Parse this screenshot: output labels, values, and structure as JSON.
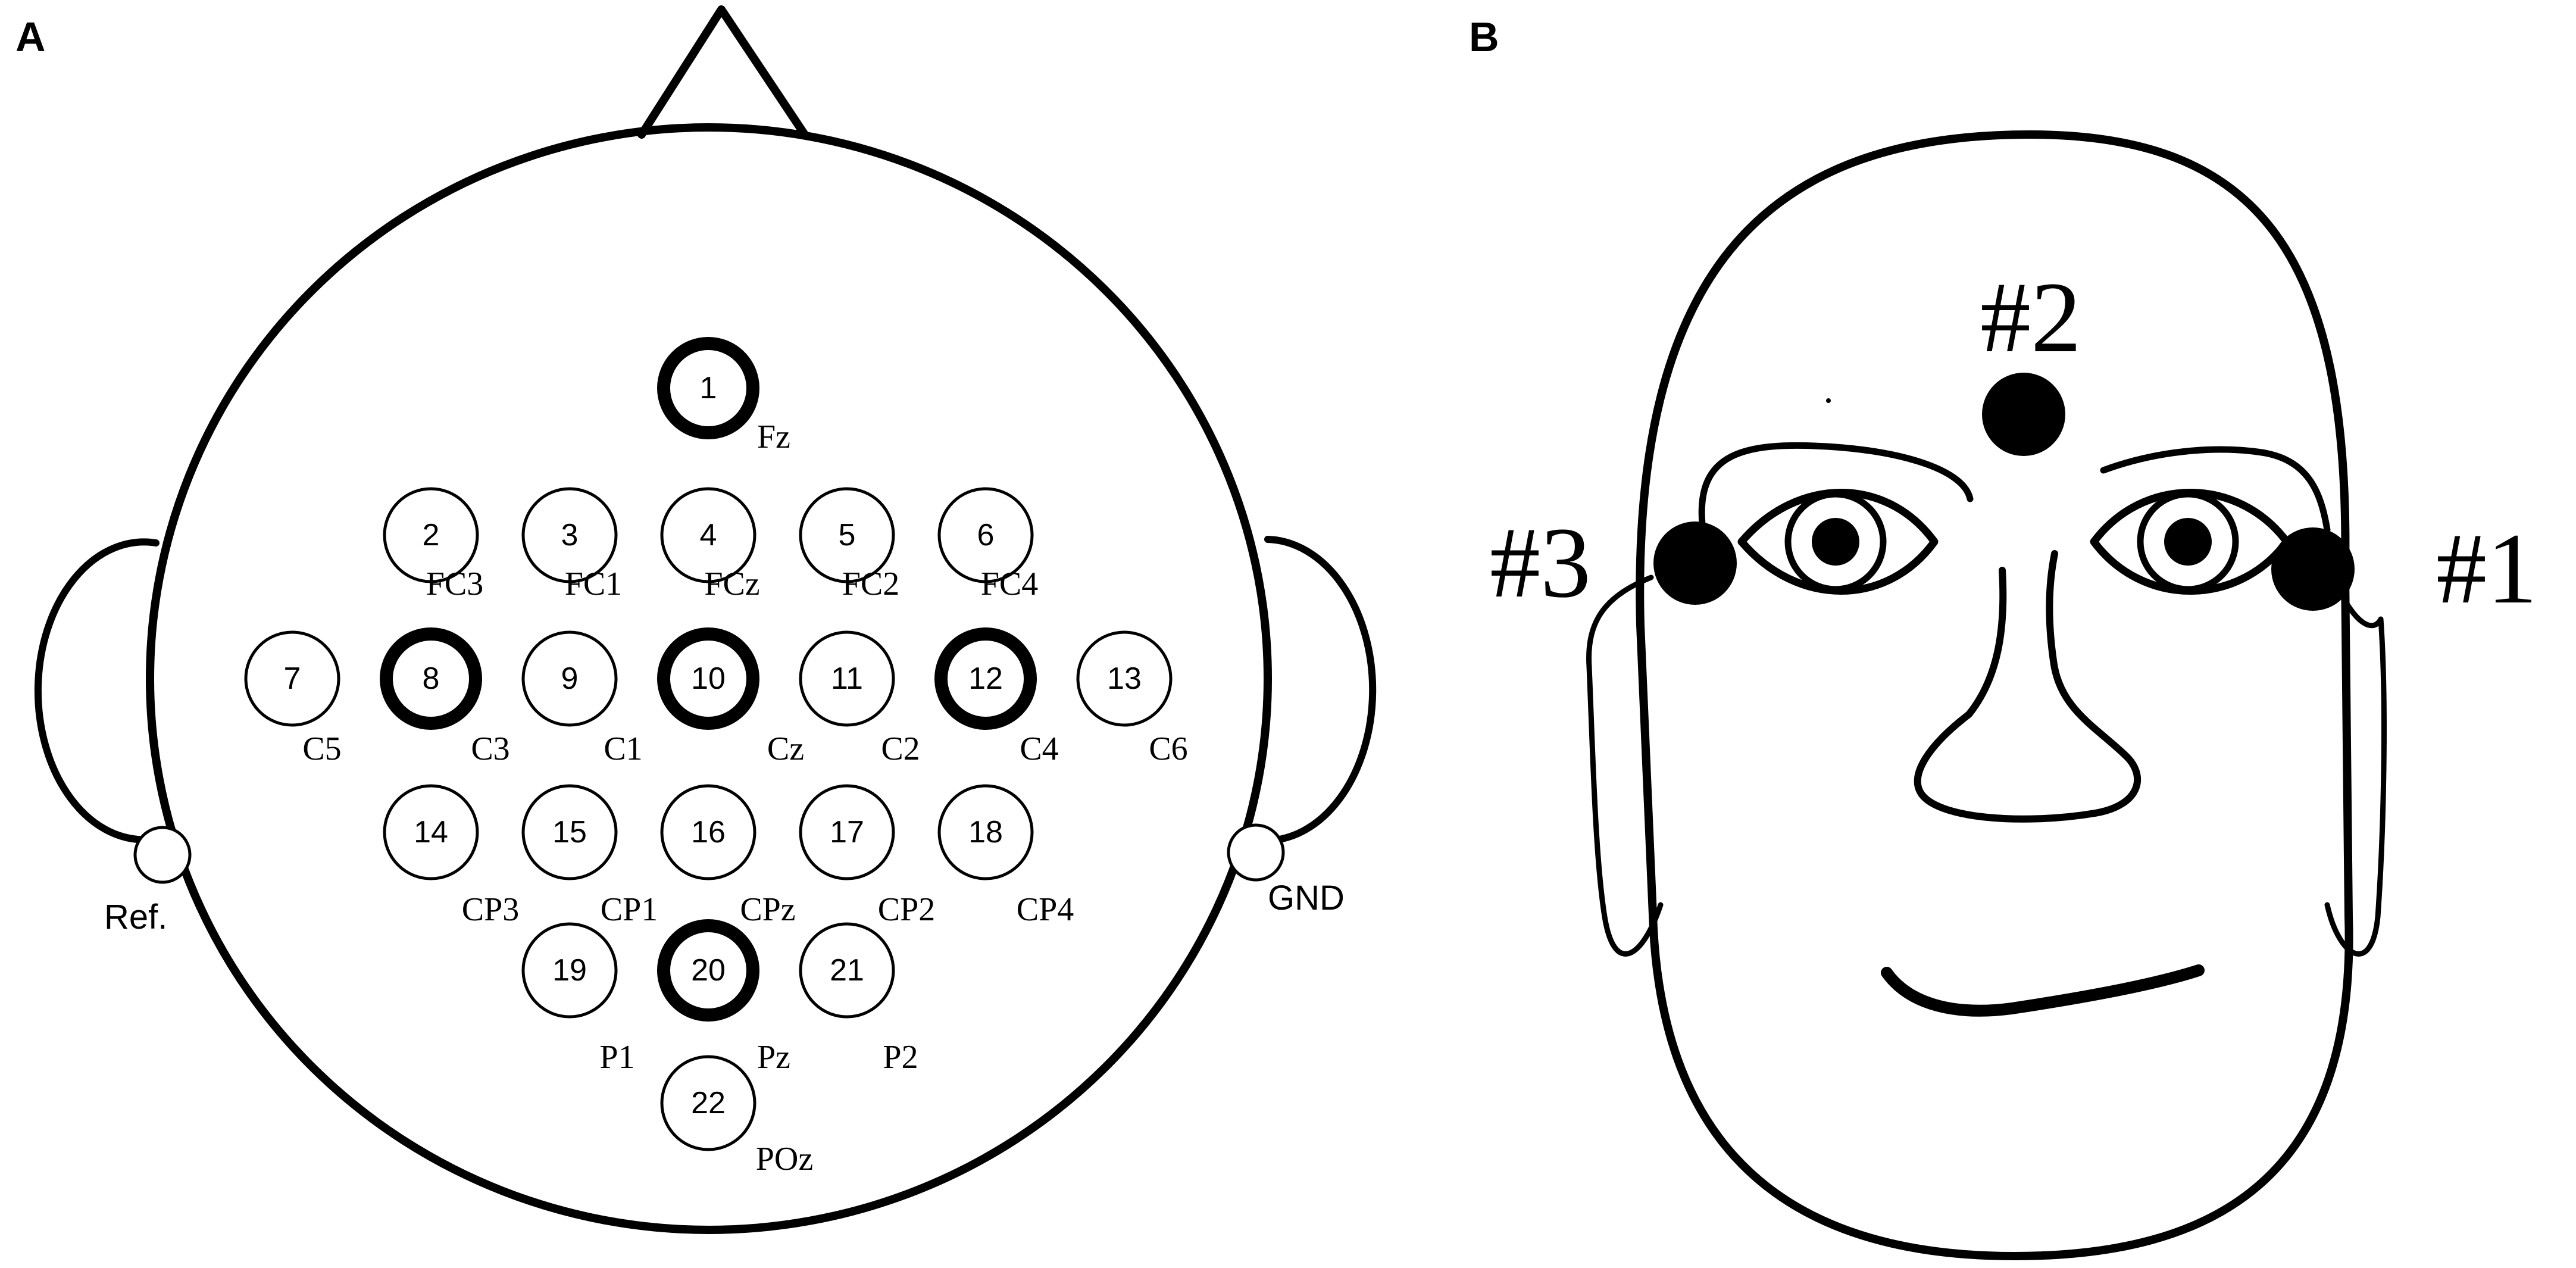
{
  "panels": [
    {
      "label": "A"
    },
    {
      "label": "B"
    }
  ],
  "head_montage": {
    "reference_label": "Ref.",
    "ground_label": "GND",
    "electrodes": [
      {
        "number": "1",
        "site": "Fz",
        "highlighted": true
      },
      {
        "number": "2",
        "site": "FC3",
        "highlighted": false
      },
      {
        "number": "3",
        "site": "FC1",
        "highlighted": false
      },
      {
        "number": "4",
        "site": "FCz",
        "highlighted": false
      },
      {
        "number": "5",
        "site": "FC2",
        "highlighted": false
      },
      {
        "number": "6",
        "site": "FC4",
        "highlighted": false
      },
      {
        "number": "7",
        "site": "C5",
        "highlighted": false
      },
      {
        "number": "8",
        "site": "C3",
        "highlighted": true
      },
      {
        "number": "9",
        "site": "C1",
        "highlighted": false
      },
      {
        "number": "10",
        "site": "Cz",
        "highlighted": true
      },
      {
        "number": "11",
        "site": "C2",
        "highlighted": false
      },
      {
        "number": "12",
        "site": "C4",
        "highlighted": true
      },
      {
        "number": "13",
        "site": "C6",
        "highlighted": false
      },
      {
        "number": "14",
        "site": "CP3",
        "highlighted": false
      },
      {
        "number": "15",
        "site": "CP1",
        "highlighted": false
      },
      {
        "number": "16",
        "site": "CPz",
        "highlighted": false
      },
      {
        "number": "17",
        "site": "CP2",
        "highlighted": false
      },
      {
        "number": "18",
        "site": "CP4",
        "highlighted": false
      },
      {
        "number": "19",
        "site": "P1",
        "highlighted": false
      },
      {
        "number": "20",
        "site": "Pz",
        "highlighted": true
      },
      {
        "number": "21",
        "site": "P2",
        "highlighted": false
      },
      {
        "number": "22",
        "site": "POz",
        "highlighted": false
      }
    ]
  },
  "face_montage": {
    "channels": [
      {
        "label": "#1"
      },
      {
        "label": "#2"
      },
      {
        "label": "#3"
      }
    ]
  }
}
